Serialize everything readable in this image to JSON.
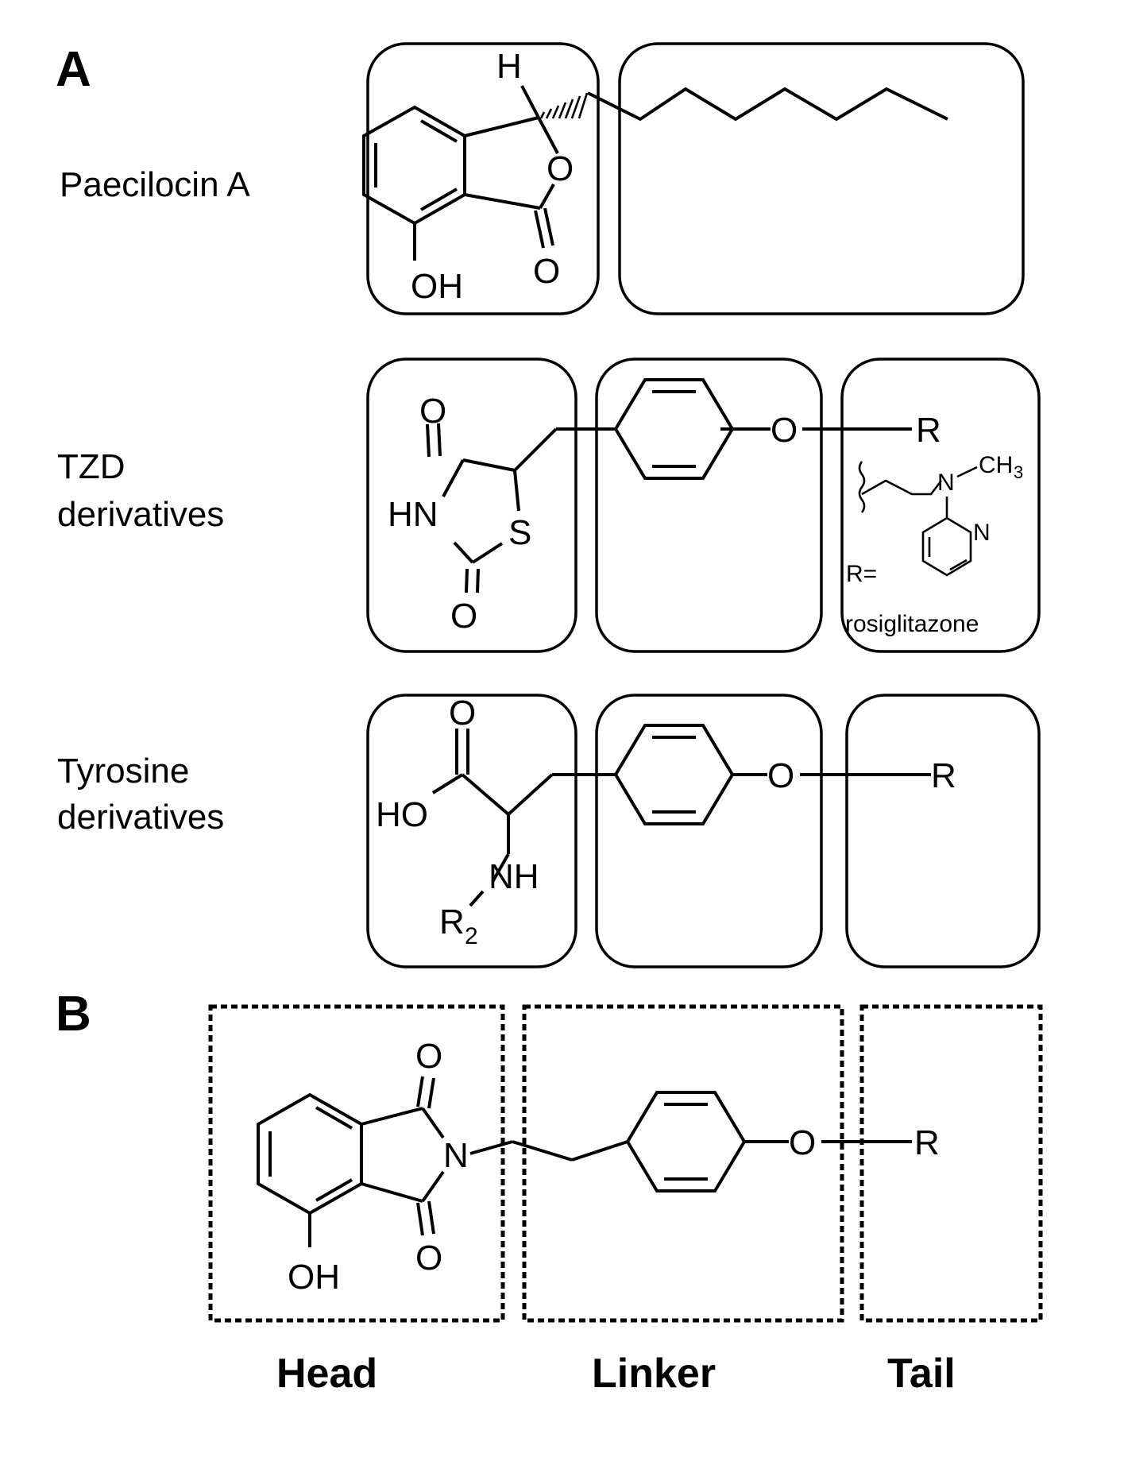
{
  "panel_a": {
    "label": "A"
  },
  "panel_b": {
    "label": "B"
  },
  "rows": [
    {
      "label": "Paecilocin A",
      "label_lines": [
        "Paecilocin A"
      ]
    },
    {
      "label": "TZD derivatives",
      "label_lines": [
        "TZD",
        "derivatives"
      ]
    },
    {
      "label": "Tyrosine derivatives",
      "label_lines": [
        "Tyrosine",
        "derivatives"
      ]
    }
  ],
  "r_group": {
    "eq": "R=",
    "methyl": "CH",
    "methyl_sub": "3",
    "n": "N",
    "ring_n": "N",
    "name": "rosiglitazone"
  },
  "atoms": {
    "paecilocin": {
      "h": "H",
      "o_ring": "O",
      "o_carbonyl": "O",
      "oh": "OH"
    },
    "tzd": {
      "o_top": "O",
      "hn": "HN",
      "s": "S",
      "o_bottom": "O",
      "o_ether": "O",
      "r": "R"
    },
    "tyrosine": {
      "o_top": "O",
      "ho": "HO",
      "nh": "NH",
      "r2": "R",
      "r2_sub": "2",
      "o_ether": "O",
      "r": "R"
    },
    "scaffold": {
      "o_top": "O",
      "n": "N",
      "o_bottom": "O",
      "oh": "OH",
      "o_ether": "O",
      "r": "R"
    }
  },
  "columns": {
    "head": "Head",
    "linker": "Linker",
    "tail": "Tail"
  },
  "colors": {
    "ink": "#000000",
    "background": "#ffffff"
  }
}
